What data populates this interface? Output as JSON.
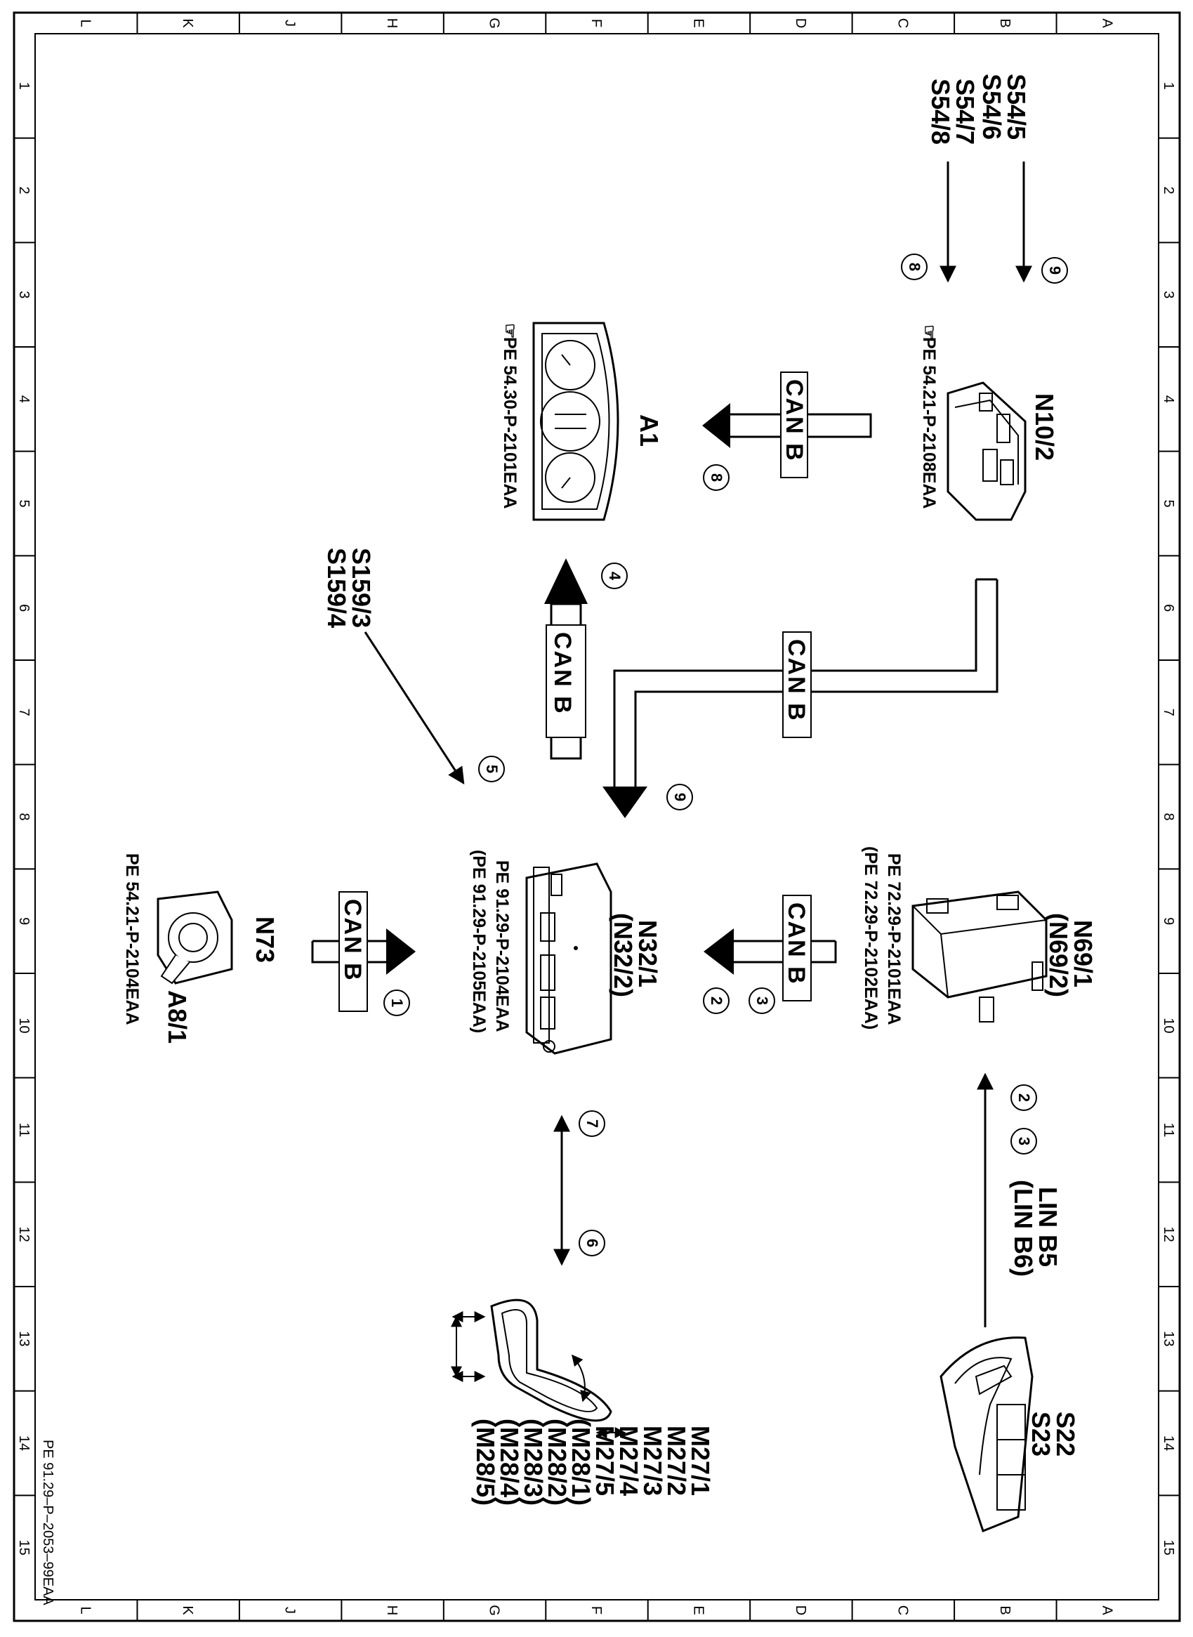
{
  "grid": {
    "letters": [
      "L",
      "K",
      "J",
      "H",
      "G",
      "F",
      "E",
      "D",
      "C",
      "B",
      "A"
    ],
    "numbers": [
      "1",
      "2",
      "3",
      "4",
      "5",
      "6",
      "7",
      "8",
      "9",
      "10",
      "11",
      "12",
      "13",
      "14",
      "15"
    ]
  },
  "sheet_code": "PE 91.29–P–2053–99EAA",
  "bus_label": "CAN B",
  "components": {
    "n10_2": {
      "name": "N10/2",
      "ref": "PE 54.21-P-2108EAA"
    },
    "a1": {
      "name": "A1",
      "ref": "PE 54.30-P-2101EAA"
    },
    "n32": {
      "name1": "N32/1",
      "name2": "(N32/2)",
      "ref1": "PE 91.29-P-2104EAA",
      "ref2": "(PE 91.29-P-2105EAA)"
    },
    "n69": {
      "name1": "N69/1",
      "name2": "(N69/2)",
      "ref1": "PE 72.29-P-2101EAA",
      "ref2": "(PE 72.29-P-2102EAA)"
    },
    "n73": {
      "name": "N73",
      "ref": "PE 54.21-P-2104EAA",
      "sub": "A8/1"
    },
    "s22": {
      "name1": "S22",
      "name2": "S23"
    },
    "motors": [
      "M27/1",
      "M27/2",
      "M27/3",
      "M27/4",
      "M27/5",
      "(M28/1)",
      "(M28/2)",
      "(M28/3)",
      "(M28/4)",
      "(M28/5)"
    ],
    "s54": {
      "col1": [
        "S54/5",
        "S54/6"
      ],
      "col2": [
        "S54/7",
        "S54/8"
      ]
    },
    "s159": [
      "S159/3",
      "S159/4"
    ]
  },
  "lin": {
    "line1": "LIN  B5",
    "line2": "(LIN  B6)"
  },
  "signals": [
    "1",
    "2",
    "3",
    "4",
    "5",
    "6",
    "7",
    "8",
    "9"
  ]
}
